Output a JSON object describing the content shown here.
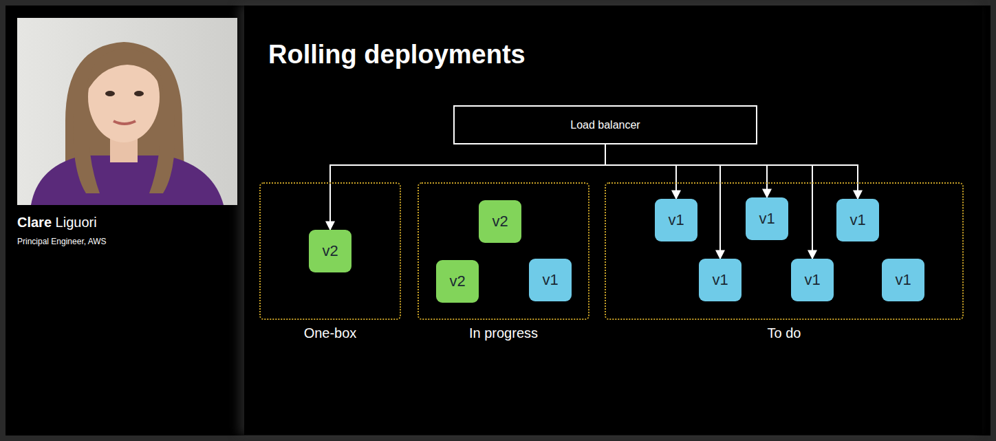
{
  "diagram": {
    "title": "Rolling deployments",
    "nodes": [
      {
        "text": [
          "Load balancer"
        ]
      },
      {
        "text": [
          "One-box"
        ]
      },
      {
        "text": [
          "v2"
        ],
        "in": 1
      },
      {
        "text": [
          "In progress"
        ]
      },
      {
        "text": [
          "v2"
        ],
        "in": 3
      },
      {
        "text": [
          "v2"
        ],
        "in": 3
      },
      {
        "text": [
          "v1"
        ],
        "in": 3
      },
      {
        "text": [
          "To do"
        ]
      },
      {
        "text": [
          "v1"
        ],
        "in": 7
      },
      {
        "text": [
          "v1"
        ],
        "in": 7
      },
      {
        "text": [
          "v1"
        ],
        "in": 7
      },
      {
        "text": [
          "v1"
        ],
        "in": 7
      },
      {
        "text": [
          "v1"
        ],
        "in": 7
      },
      {
        "text": [
          "v1"
        ],
        "in": 7
      }
    ],
    "edges": [
      {
        "from": 0,
        "to": 2,
        "arrow": "to"
      },
      {
        "from": 0,
        "to": 8,
        "arrow": "to"
      },
      {
        "from": 0,
        "to": 11,
        "arrow": "to"
      },
      {
        "from": 0,
        "to": 9,
        "arrow": "to"
      },
      {
        "from": 0,
        "to": 12,
        "arrow": "to"
      },
      {
        "from": 0,
        "to": 10,
        "arrow": "to"
      }
    ],
    "labels": [
      "Clare Liguori",
      "Principal Engineer, AWS"
    ]
  }
}
